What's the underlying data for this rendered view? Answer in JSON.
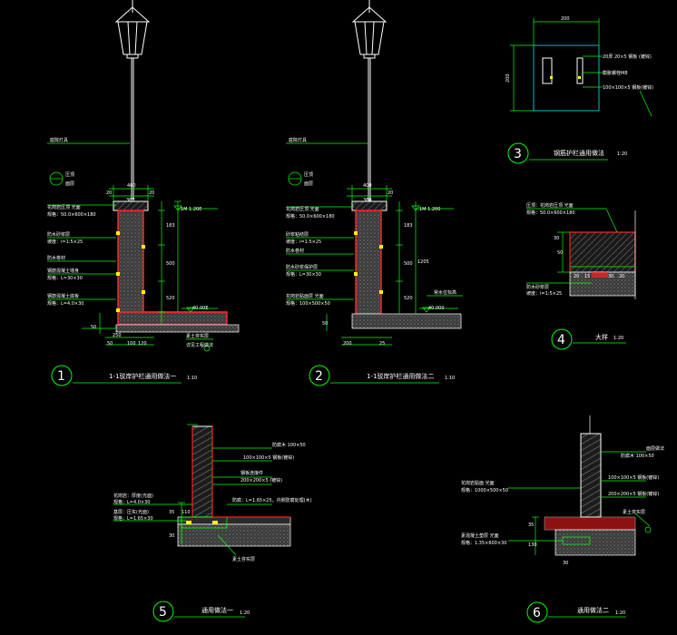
{
  "colors": {
    "background": "#000000",
    "dimension": "#00ff00",
    "outline": "#ffffff",
    "section_edge": "#ff2020",
    "hatch": "#8a8a8a",
    "cyan": "#00e5ff",
    "yellow": "#ffff00",
    "grass": "#00c000"
  },
  "details": [
    {
      "id": "1",
      "title": "1-1驳岸护栏通用做法一",
      "scale": "1:10"
    },
    {
      "id": "2",
      "title": "1-1驳岸护栏通用做法二",
      "scale": "1:10"
    },
    {
      "id": "3",
      "title": "钢筋护栏通用做法",
      "scale": "1:20"
    },
    {
      "id": "4",
      "title": "大样",
      "scale": "1:20"
    },
    {
      "id": "5",
      "title": "通用做法一",
      "scale": "1:20"
    },
    {
      "id": "6",
      "title": "通用做法二",
      "scale": "1:20"
    }
  ],
  "d1": {
    "lamp": "庭院灯具",
    "cap1": "压顶",
    "cap2": "面层",
    "note_a": "花岗岩压顶 光面",
    "note_a2": "规格：50.0×600×180",
    "note_b": "防水砂浆层",
    "note_b2": "坡度：i=1:5×25",
    "note_c": "防水卷材",
    "note_d": "钢筋混凝土墙身",
    "note_d2": "规格：L=30×30",
    "note_e": "钢筋混凝土底板",
    "note_e2": "规格：L=4.0×30",
    "level_top": "1M 1.20E",
    "level_water": "40.00E",
    "base_note": "素土夯实层",
    "base_note2": "详见工程做法",
    "dims": {
      "d20a": "20",
      "d400": "400",
      "d20b": "20",
      "d360": "360",
      "d183": "183",
      "d500": "500",
      "d520": "520",
      "d50": "50",
      "d250": "250",
      "d100": "100",
      "d120": "120",
      "d50b": "50"
    }
  },
  "d2": {
    "lamp": "庭院灯具",
    "cap1": "压顶",
    "cap2": "面层",
    "note_a": "花岗岩压顶 光面",
    "note_a2": "规格：50.0×600×180",
    "note_b": "砂浆粘结层",
    "note_b2": "坡度：i=1:5×25",
    "note_c": "防水卷材",
    "note_d": "防水砂浆保护层",
    "note_d2": "规格：L=30×30",
    "note_e": "花岗岩贴面层 光面",
    "note_e2": "规格：100×500×50",
    "level_top": "1M 1.200",
    "level_water": "40.000",
    "water_note": "常水位标高",
    "dims": {
      "d400": "400",
      "d20": "20",
      "d360": "360",
      "d183": "183",
      "d500": "500",
      "d1205": "1205",
      "d520": "520",
      "d200": "200",
      "d25": "25",
      "d50": "50"
    }
  },
  "d3": {
    "dim_top": "200",
    "dim_left": "200",
    "note1": "20厚 20×5 钢板 (镀锌)",
    "note2": "膨胀螺栓M8",
    "note3": "100×100×5 钢板(镀锌)"
  },
  "d4": {
    "note1": "压顶：花岗岩压顶 光面",
    "note1b": "规格：50.0×600×180",
    "note2": "防水砂浆层",
    "note2b": "坡度：i=1:5×25",
    "dims": {
      "d50": "50",
      "d20a": "20",
      "d15": "15",
      "d30a": "30",
      "d20b": "20",
      "d30b": "30"
    }
  },
  "d5": {
    "note1": "防腐木 100×50",
    "note2": "100×100×5 钢板(镀锌)",
    "note3": "钢板连接件",
    "note4": "200×200×5 (镀锌)",
    "note5": "防腐：L=1.65×25，内侧防腐处理(木)",
    "note6": "花岗岩：厚度(光面)",
    "note6b": "规格：L=4.0×30",
    "note7": "基层：压实(光面)",
    "note7b": "规格：L=1.65×30",
    "note8": "素土夯实层",
    "dims": {
      "d35": "35",
      "d110": "110",
      "d30": "30"
    }
  },
  "d6": {
    "note1": "面层做法",
    "note1b": "防腐木 100×50",
    "note2": "100×100×5 钢板(镀锌)",
    "note3": "200×200×5 钢板(镀锌)",
    "note4": "花岗岩贴面 光面",
    "note4b": "规格：1000×500×50",
    "note5": "素混凝土垫层 光面",
    "note5b": "规格：1.35×600×30",
    "note6": "素土夯实层",
    "dims": {
      "d35": "35",
      "d130": "130",
      "d30": "30"
    }
  }
}
